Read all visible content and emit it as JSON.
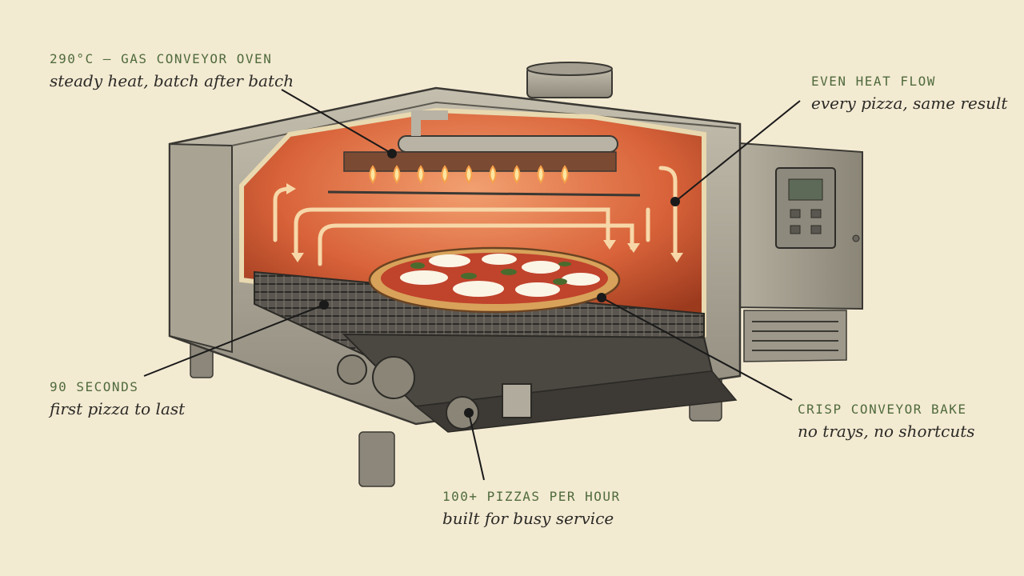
{
  "callouts": {
    "temperature": {
      "title": "290°C — GAS CONVEYOR OVEN",
      "subtitle": "steady heat, batch after batch"
    },
    "heat_flow": {
      "title": "EVEN HEAT FLOW",
      "subtitle": "every pizza, same result"
    },
    "time": {
      "title": "90 SECONDS",
      "subtitle": "first pizza to last"
    },
    "bake": {
      "title": "CRISP CONVEYOR BAKE",
      "subtitle": "no trays, no shortcuts"
    },
    "capacity": {
      "title": "100+ PIZZAS PER HOUR",
      "subtitle": "built for busy service"
    }
  },
  "colors": {
    "background": "#f3ead2",
    "label_green": "#4f6b3c",
    "steel": "#a7a293",
    "heat": "#d9633a",
    "leader": "#1a1a1a"
  },
  "icons": [
    "oven-illustration",
    "pizza-icon",
    "flame-icon",
    "control-panel-icon"
  ]
}
